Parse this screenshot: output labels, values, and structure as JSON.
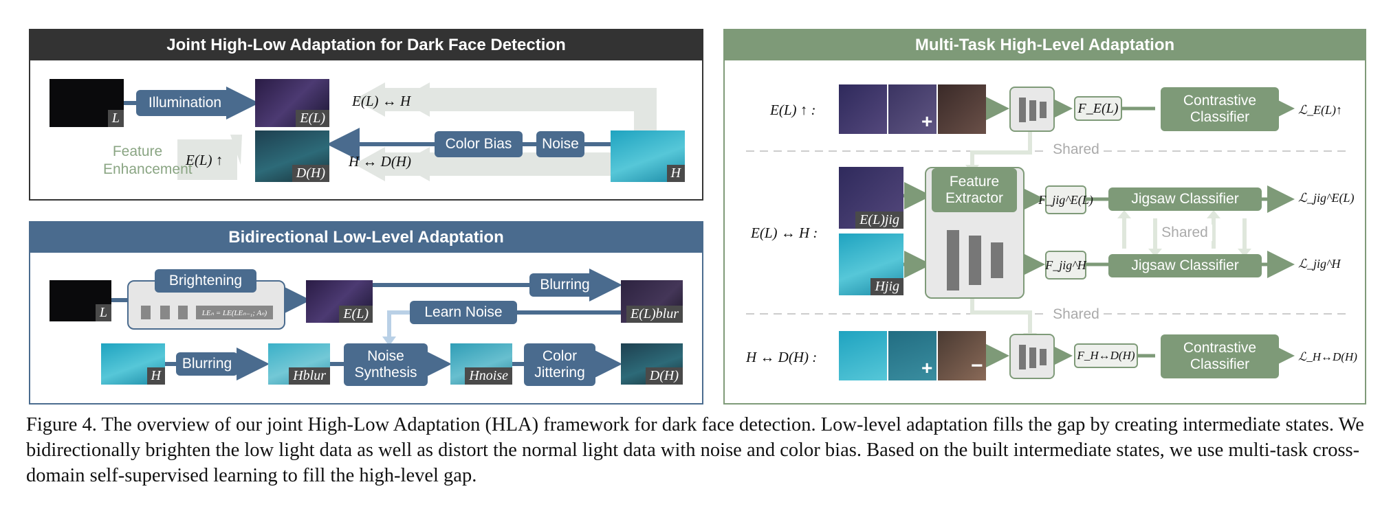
{
  "colors": {
    "blue": "#4a6b8e",
    "green": "#7e9a78",
    "dark": "#333333",
    "light_green": "#dfe7dc"
  },
  "panel_tl": {
    "title": "Joint High-Low Adaptation for Dark Face Detection",
    "img_L": "L",
    "img_EL": "E(L)",
    "img_DH": "D(H)",
    "img_H": "H",
    "illumination": "Illumination",
    "color_bias": "Color Bias",
    "noise": "Noise",
    "arrow_top": "E(L) ↔ H",
    "arrow_bottom": "H ↔ D(H)",
    "feature_enh_line1": "Feature",
    "feature_enh_line2": "Enhancement",
    "el_up": "E(L) ↑"
  },
  "panel_bl": {
    "title": "Bidirectional Low-Level Adaptation",
    "brightening": "Brightening",
    "formula": "LEₙ = LE(LEₙ₋₁; Aₙ)",
    "blurring_top": "Blurring",
    "learn_noise": "Learn Noise",
    "blurring_bottom": "Blurring",
    "noise_synthesis": "Noise Synthesis",
    "color_jittering": "Color Jittering",
    "img_L": "L",
    "img_EL": "E(L)",
    "img_ELblur": "E(L)blur",
    "img_H": "H",
    "img_Hblur": "Hblur",
    "img_Hnoise": "Hnoise",
    "img_DH": "D(H)"
  },
  "panel_r": {
    "title": "Multi-Task High-Level Adaptation",
    "row1_label": "E(L) ↑ :",
    "row2_label": "E(L) ↔ H :",
    "row3_label": "H ↔ D(H) :",
    "shared": "Shared",
    "feature_extractor": "Feature Extractor",
    "contrastive1": "Contrastive Classifier",
    "contrastive2": "Contrastive Classifier",
    "jigsaw1": "Jigsaw Classifier",
    "jigsaw2": "Jigsaw Classifier",
    "f1": "F_E(L)",
    "f2": "F_jig^E(L)",
    "f3": "F_jig^H",
    "f4": "F_H↔D(H)",
    "loss1": "ℒ_E(L)↑",
    "loss2": "ℒ_jig^E(L)",
    "loss3": "ℒ_jig^H",
    "loss4": "ℒ_H↔D(H)",
    "img_ELjig": "E(L)jig",
    "img_Hjig": "Hjig",
    "plus": "+",
    "minus": "−"
  },
  "caption": "Figure 4. The overview of our joint High-Low Adaptation (HLA) framework for dark face detection. Low-level adaptation fills the gap by creating intermediate states. We bidirectionally brighten the low light data as well as distort the normal light data with noise and color bias. Based on the built intermediate states, we use multi-task cross-domain self-supervised learning to fill the high-level gap."
}
